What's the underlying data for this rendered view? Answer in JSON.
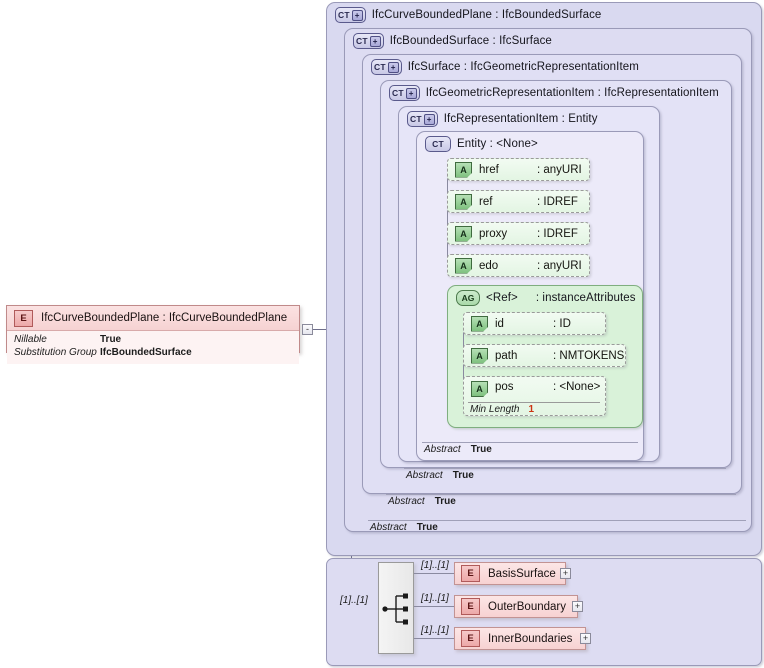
{
  "diagram": {
    "type": "xsd-schema-diagram",
    "root_element": {
      "icon": "element-icon",
      "name": "IfcCurveBoundedPlane",
      "separator": ":",
      "type": "IfcCurveBoundedPlane",
      "title": "IfcCurveBoundedPlane : IfcCurveBoundedPlane",
      "properties": [
        {
          "name": "Nillable",
          "value": "True"
        },
        {
          "name": "Substitution Group",
          "value": "IfcBoundedSurface"
        }
      ],
      "collapse_button": "-"
    },
    "complex_types": [
      {
        "icon": "complextype-expand-icon",
        "icon_label": "CT",
        "has_plus": true,
        "title": "IfcCurveBoundedPlane : IfcBoundedSurface",
        "abstract_label": "Abstract",
        "abstract_value": "True"
      },
      {
        "icon": "complextype-expand-icon",
        "icon_label": "CT",
        "has_plus": true,
        "title": "IfcBoundedSurface : IfcSurface",
        "abstract_label": "Abstract",
        "abstract_value": "True"
      },
      {
        "icon": "complextype-expand-icon",
        "icon_label": "CT",
        "has_plus": true,
        "title": "IfcSurface : IfcGeometricRepresentationItem",
        "abstract_label": "Abstract",
        "abstract_value": "True"
      },
      {
        "icon": "complextype-expand-icon",
        "icon_label": "CT",
        "has_plus": true,
        "title": "IfcGeometricRepresentationItem : IfcRepresentationItem",
        "abstract_label": "Abstract",
        "abstract_value": "True"
      },
      {
        "icon": "complextype-expand-icon",
        "icon_label": "CT",
        "has_plus": true,
        "title": "IfcRepresentationItem : Entity",
        "abstract_label": "Abstract",
        "abstract_value": "True"
      },
      {
        "icon": "complextype-icon",
        "icon_label": "CT",
        "has_plus": false,
        "title": "Entity    : <None>",
        "abstract_label": "",
        "abstract_value": ""
      }
    ],
    "entity_attributes": [
      {
        "icon": "attribute-icon",
        "icon_label": "A",
        "name": "href",
        "separator": ":",
        "type": "anyURI"
      },
      {
        "icon": "attribute-icon",
        "icon_label": "A",
        "name": "ref",
        "separator": ":",
        "type": "IDREF"
      },
      {
        "icon": "attribute-icon",
        "icon_label": "A",
        "name": "proxy",
        "separator": ":",
        "type": "IDREF"
      },
      {
        "icon": "attribute-icon",
        "icon_label": "A",
        "name": "edo",
        "separator": ":",
        "type": "anyURI"
      }
    ],
    "attribute_group": {
      "icon": "attribute-group-icon",
      "icon_label": "AG",
      "name": "<Ref>",
      "separator": ":",
      "type": "instanceAttributes",
      "attributes": [
        {
          "icon": "attribute-icon",
          "icon_label": "A",
          "name": "id",
          "separator": ":",
          "type": "ID",
          "facet": null
        },
        {
          "icon": "attribute-icon",
          "icon_label": "A",
          "name": "path",
          "separator": ":",
          "type": "NMTOKENS",
          "facet": null
        },
        {
          "icon": "attribute-icon",
          "icon_label": "A",
          "name": "pos",
          "separator": ":",
          "type": "<None>",
          "facet": {
            "label": "Min Length",
            "value": "1"
          }
        }
      ]
    },
    "sequence": {
      "icon": "sequence-compositor-icon",
      "cardinality": "[1]..[1]",
      "children": [
        {
          "icon": "element-icon",
          "icon_label": "E",
          "label": "BasisSurface",
          "cardinality": "[1]..[1]",
          "expand_button": "+"
        },
        {
          "icon": "element-icon",
          "icon_label": "E",
          "label": "OuterBoundary",
          "cardinality": "[1]..[1]",
          "expand_button": "+"
        },
        {
          "icon": "element-icon",
          "icon_label": "E",
          "label": "InnerBoundaries",
          "cardinality": "[1]..[1]",
          "expand_button": "+"
        }
      ]
    },
    "colors": {
      "complextype_fill": "#dcdcf2",
      "attribute_fill": "#e8f6e8",
      "attribute_group_fill": "#d9f2d9",
      "element_fill": "#f7d2d2",
      "facet_value": "#cc3311",
      "connector": "#8a8aa0"
    }
  }
}
